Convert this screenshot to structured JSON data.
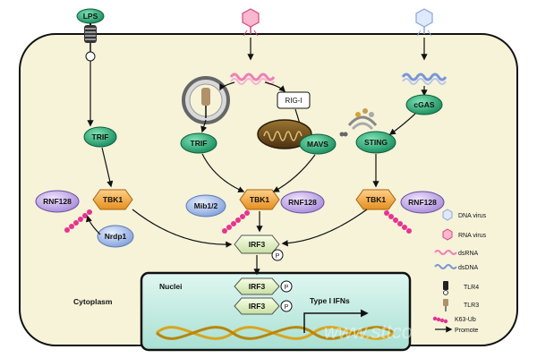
{
  "ligands": {
    "lps": "LPS"
  },
  "proteins": {
    "trif_left": "TRIF",
    "trif_mid": "TRIF",
    "rig_i": "RIG-I",
    "mavs": "MAVS",
    "cgas": "cGAS",
    "sting": "STING",
    "tbk1_left": "TBK1",
    "tbk1_mid": "TBK1",
    "tbk1_right": "TBK1",
    "rnf128_left": "RNF128",
    "rnf128_mid": "RNF128",
    "rnf128_right": "RNF128",
    "mib12": "Mib1/2",
    "nrdp1": "Nrdp1",
    "irf3_cyto": "IRF3",
    "irf3_nuc_1": "IRF3",
    "irf3_nuc_2": "IRF3",
    "phospho": "P"
  },
  "compartments": {
    "nuclei": "Nuclei",
    "cytoplasm": "Cytoplasm"
  },
  "output": {
    "ifn": "Type I IFNs"
  },
  "legend": [
    {
      "label": "DNA virus",
      "icon": "dna-virus-icon"
    },
    {
      "label": "RNA virus",
      "icon": "rna-virus-icon"
    },
    {
      "label": "dsRNA",
      "icon": "dsrna-icon"
    },
    {
      "label": "dsDNA",
      "icon": "dsdna-icon"
    },
    {
      "label": "TLR4",
      "icon": "tlr4-icon"
    },
    {
      "label": "TLR3",
      "icon": "tlr3-icon"
    },
    {
      "label": "K63-Ub",
      "icon": "k63-ub-icon"
    },
    {
      "label": "Promote",
      "icon": "arrow-icon"
    }
  ],
  "colors": {
    "cell_fill": "#f6f3d9",
    "nucleus_fill": "#cdeee7",
    "green_protein": "#1f9f6d",
    "tbk1": "#f2a43a",
    "rnf128": "#c2a6e6",
    "blue_protein": "#9fb7e8",
    "ubiquitin": "#e8338f",
    "mito": "#6b4a18"
  }
}
